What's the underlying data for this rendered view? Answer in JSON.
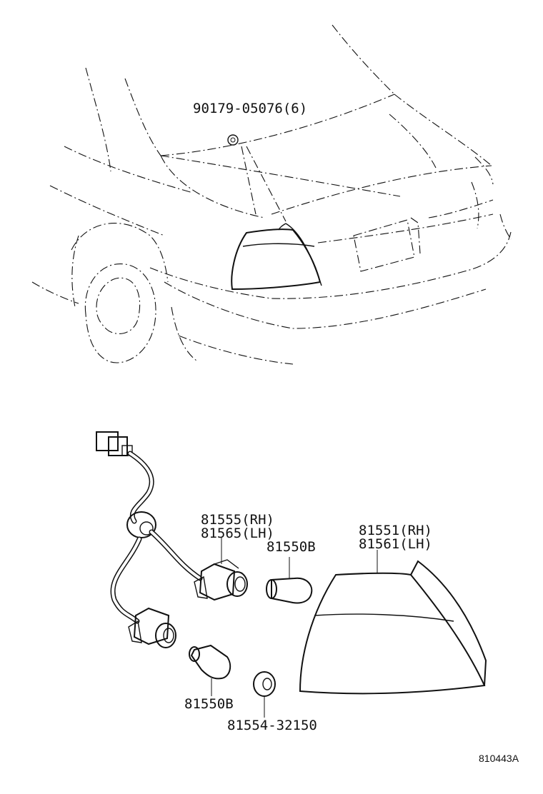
{
  "labels": {
    "bolt": "90179-05076(6)",
    "socket_rh": "81555(RH)",
    "socket_lh": "81565(LH)",
    "bulb_upper": "81550B",
    "lens_rh": "81551(RH)",
    "lens_lh": "81561(LH)",
    "bulb_lower": "81550B",
    "gasket": "81554-32150"
  },
  "figure_ref": "810443A"
}
